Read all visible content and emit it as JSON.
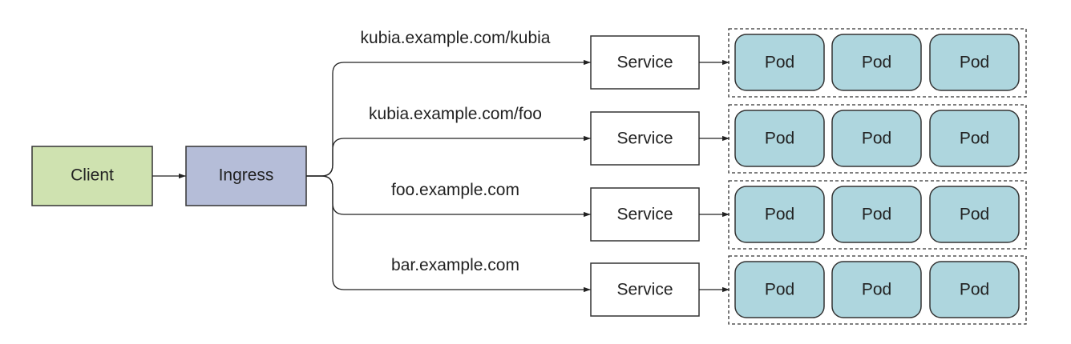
{
  "client": {
    "label": "Client",
    "color": "#cfe2b0"
  },
  "ingress": {
    "label": "Ingress",
    "color": "#b5bdd8"
  },
  "routes": [
    {
      "host": "kubia.example.com/kubia",
      "service": "Service",
      "pods": [
        "Pod",
        "Pod",
        "Pod"
      ]
    },
    {
      "host": "kubia.example.com/foo",
      "service": "Service",
      "pods": [
        "Pod",
        "Pod",
        "Pod"
      ]
    },
    {
      "host": "foo.example.com",
      "service": "Service",
      "pods": [
        "Pod",
        "Pod",
        "Pod"
      ]
    },
    {
      "host": "bar.example.com",
      "service": "Service",
      "pods": [
        "Pod",
        "Pod",
        "Pod"
      ]
    }
  ],
  "colors": {
    "pod_fill": "#aed6de",
    "service_fill": "#ffffff",
    "line": "#222222"
  }
}
